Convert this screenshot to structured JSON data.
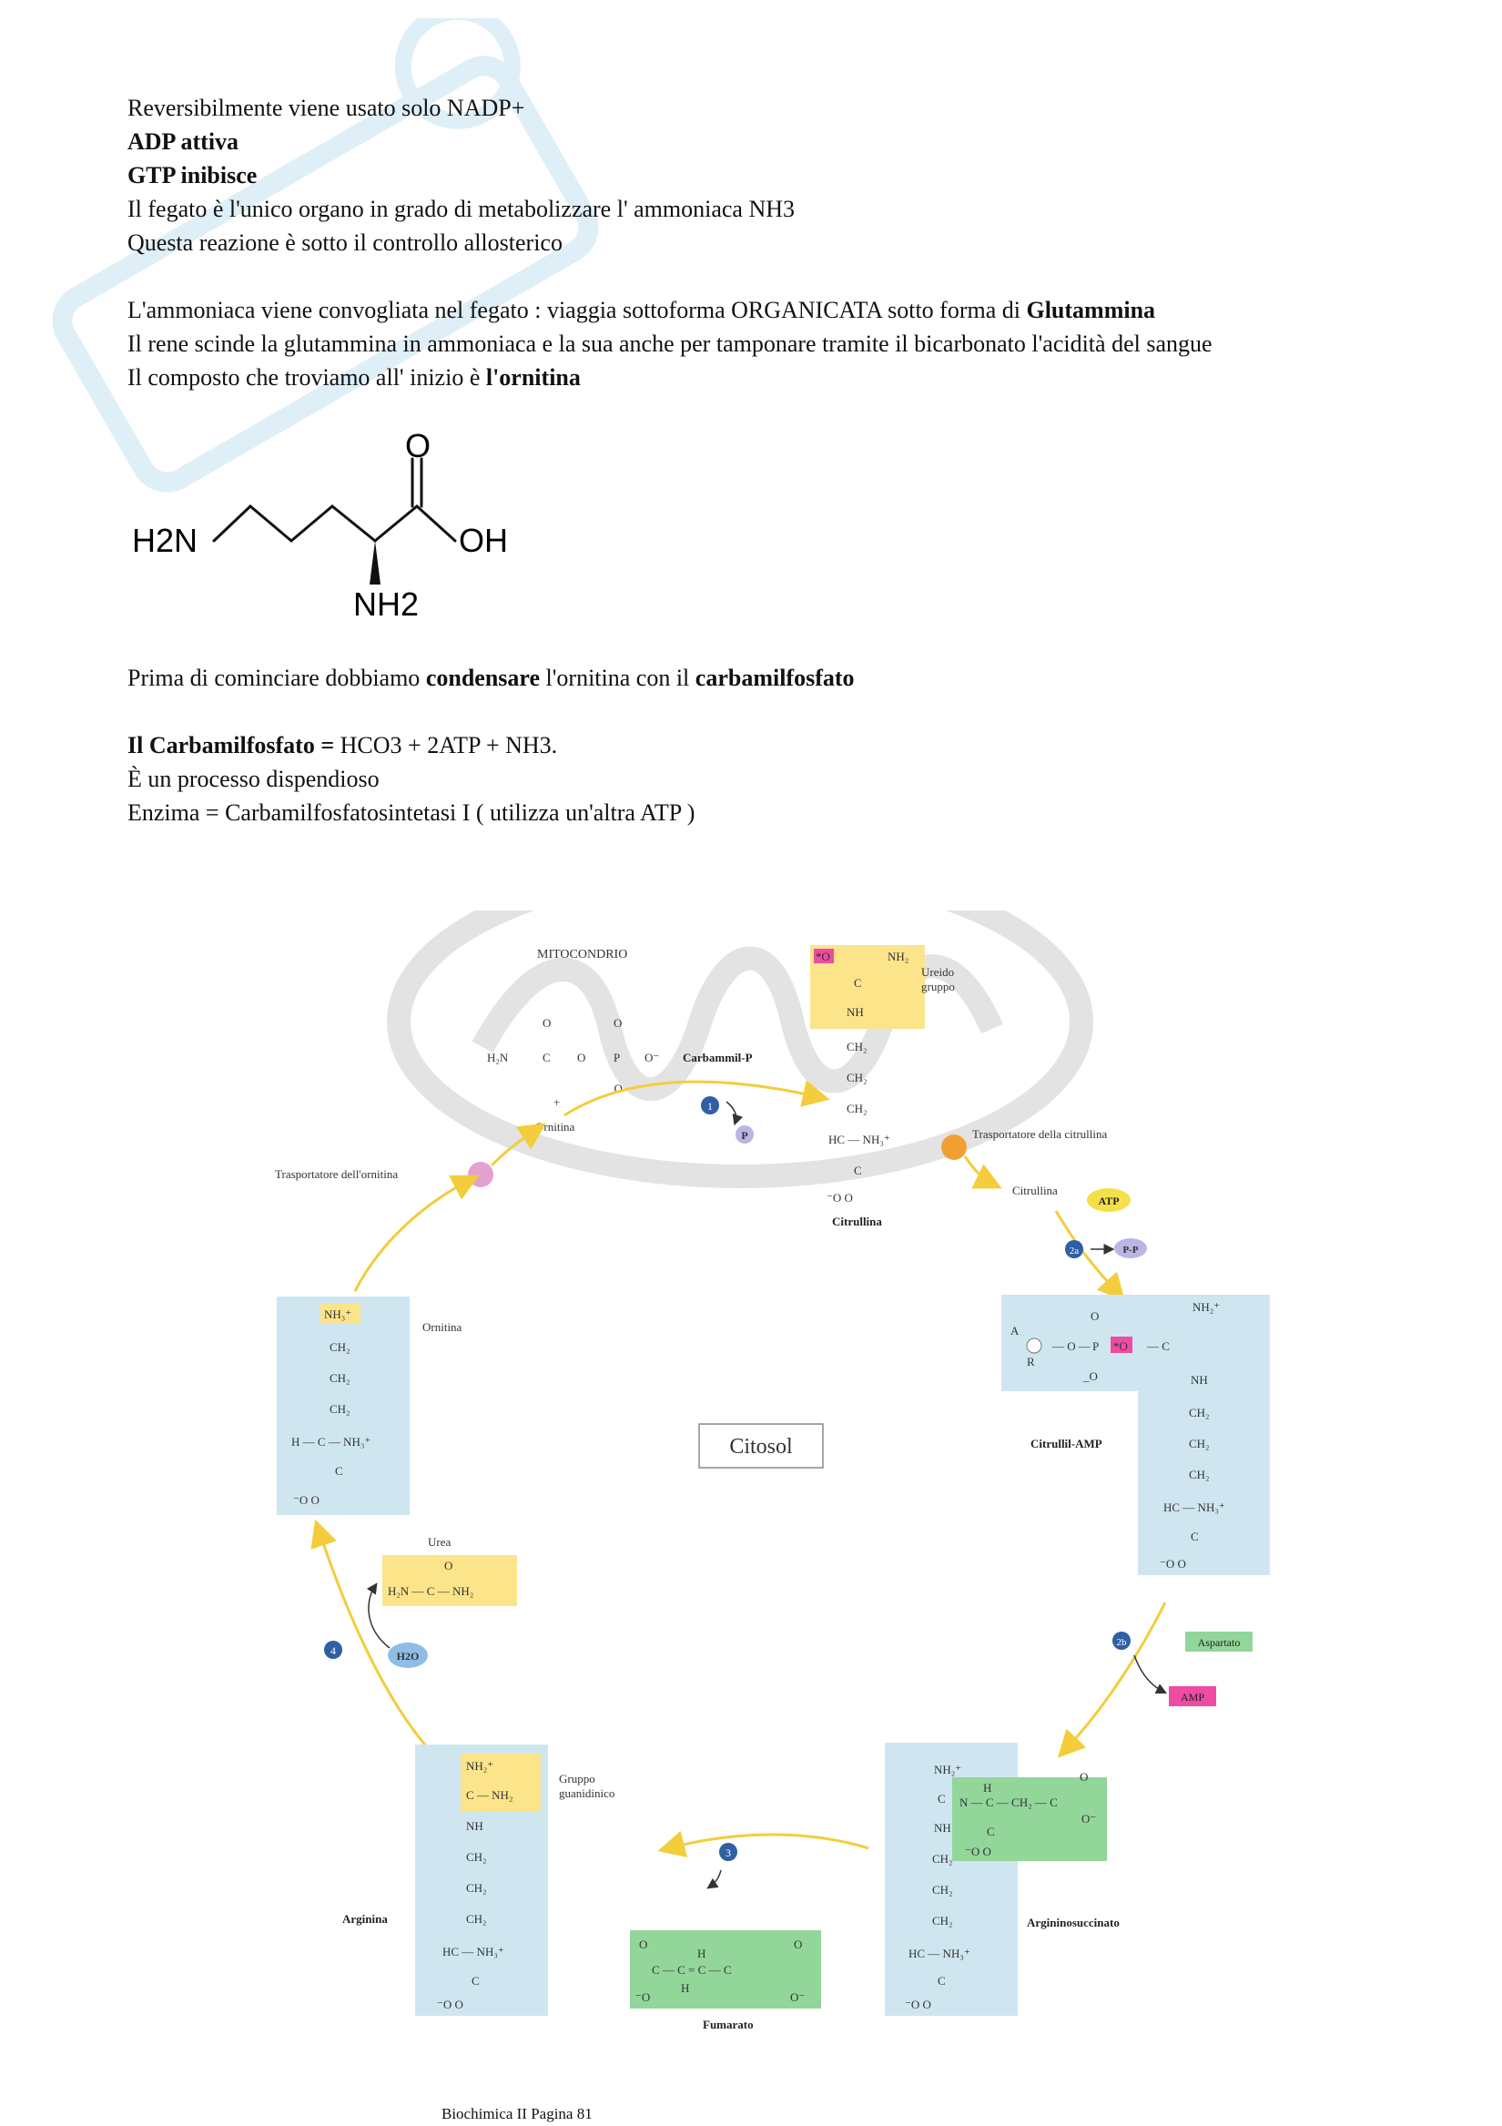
{
  "text_lines": [
    {
      "segments": [
        {
          "t": "Reversibilmente viene usato solo NADP+",
          "b": false
        }
      ]
    },
    {
      "segments": [
        {
          "t": "ADP attiva",
          "b": true
        }
      ]
    },
    {
      "segments": [
        {
          "t": "GTP inibisce",
          "b": true
        }
      ]
    },
    {
      "segments": [
        {
          "t": "Il fegato è l'unico organo in grado di metabolizzare l' ammoniaca NH3",
          "b": false
        }
      ]
    },
    {
      "segments": [
        {
          "t": "Questa reazione è sotto il controllo allosterico",
          "b": false
        }
      ]
    },
    {
      "segments": []
    },
    {
      "segments": [
        {
          "t": "L'ammoniaca viene convogliata nel fegato : viaggia sottoforma ORGANICATA sotto forma di ",
          "b": false
        },
        {
          "t": "Glutammina",
          "b": true
        }
      ]
    },
    {
      "segments": [
        {
          "t": "Il rene scinde la glutammina in ammoniaca e la sua anche per tamponare tramite il bicarbonato l'acidità del sangue",
          "b": false
        }
      ]
    },
    {
      "segments": [
        {
          "t": "Il composto che troviamo all' inizio è ",
          "b": false
        },
        {
          "t": "l'ornitina",
          "b": true
        }
      ]
    }
  ],
  "molecule": {
    "left": "H2N",
    "acid": "OH",
    "oxygen": "O",
    "amine": "NH2"
  },
  "condense_line": [
    {
      "t": "Prima di cominciare dobbiamo ",
      "b": false
    },
    {
      "t": "condensare",
      "b": true
    },
    {
      "t": " l'ornitina con il ",
      "b": false
    },
    {
      "t": "carbamilfosfato",
      "b": true
    }
  ],
  "carbamil_lines": [
    {
      "segments": [
        {
          "t": "Il Carbamilfosfato = ",
          "b": true
        },
        {
          "t": "HCO3 + 2ATP + NH3.",
          "b": false
        }
      ]
    },
    {
      "segments": [
        {
          "t": "È un processo dispendioso",
          "b": false
        }
      ]
    },
    {
      "segments": [
        {
          "t": "Enzima = Carbamilfosfatosintetasi I ( utilizza un'altra ATP )",
          "b": false
        }
      ]
    }
  ],
  "diagram": {
    "mitocondrio": "MITOCONDRIO",
    "citosol": "Citosol",
    "carbammil_p": "Carbammil-P",
    "ornitina_mito": "Ornitina",
    "ureido": "Ureido",
    "gruppo": "gruppo",
    "citrullina": "Citrullina",
    "citrullina_cyto": "Citrullina",
    "trasp_ornitina": "Trasportatore dell'ornitina",
    "trasp_citrullina": "Trasportatore della citrullina",
    "ornitina_cyto": "Ornitina",
    "atp": "ATP",
    "ppi": "P-P",
    "pi": "P",
    "citrullil_amp": "Citrullil-AMP",
    "urea": "Urea",
    "h2o": "H2O",
    "aspartato": "Aspartato",
    "amp": "AMP",
    "argininosuccinato": "Argininosuccinato",
    "arginina": "Arginina",
    "gruppo_guan1": "Gruppo",
    "gruppo_guan2": "guanidinico",
    "fumarato": "Fumarato",
    "steps": [
      "1",
      "2a",
      "2b",
      "3",
      "4"
    ],
    "colors": {
      "blue_box": "#cfe6f1",
      "yellow_box": "#fbe48a",
      "green_box": "#92d69a",
      "arrow": "#f3cd3c",
      "step": "#2f5fa4",
      "magenta": "#ee4ba2",
      "orange": "#f3a032",
      "pink_ball": "#e4a0cf"
    }
  },
  "footer": "Biochimica II Pagina 81"
}
